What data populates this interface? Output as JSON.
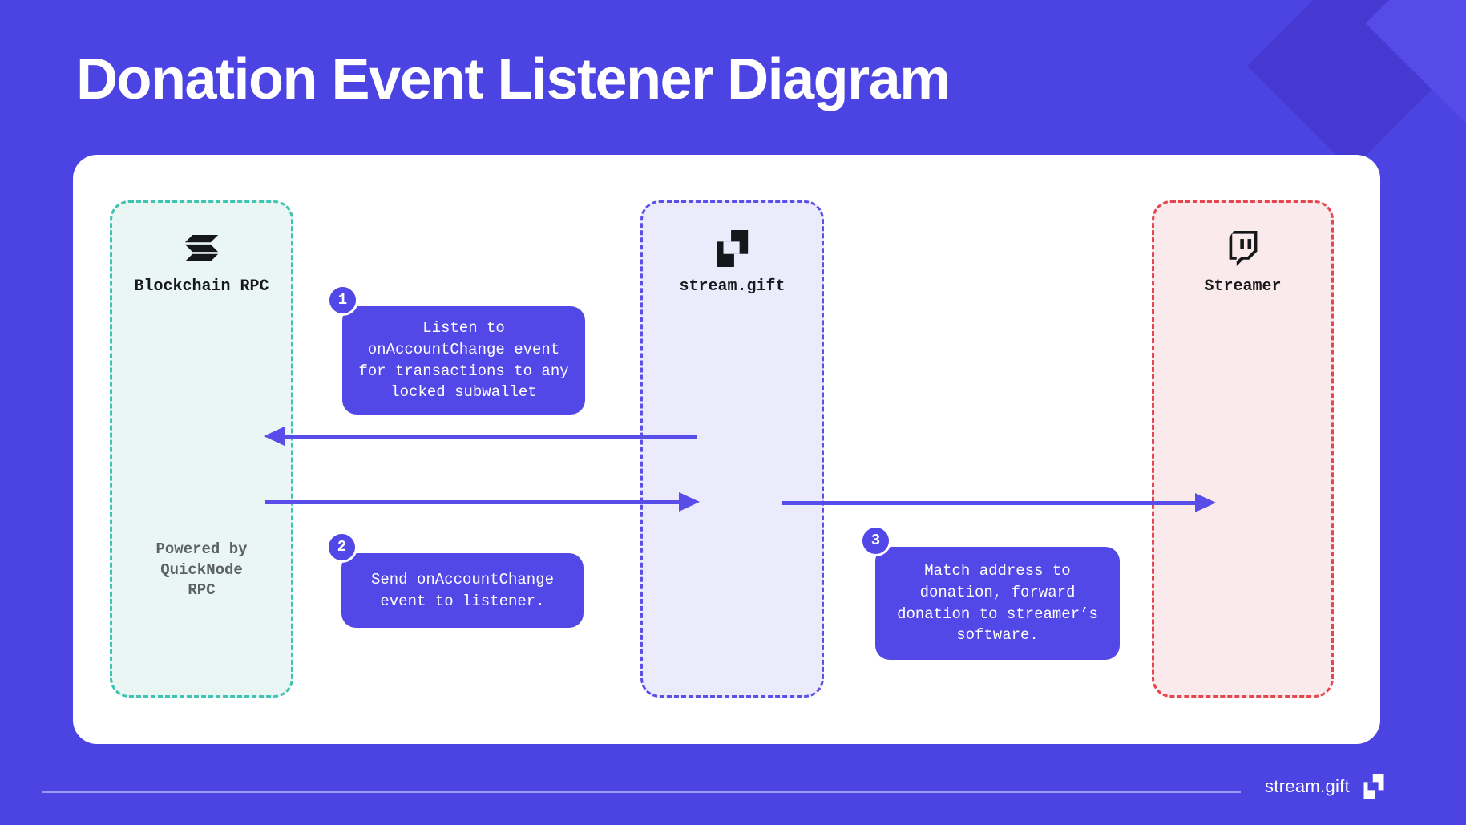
{
  "page": {
    "title": "Donation Event Listener Diagram",
    "background_color": "#4b43e2",
    "watermark_icon": "stream-gift-logo-icon",
    "watermark_color": "#4539d2",
    "watermark_notch_color": "#554be9"
  },
  "diagram": {
    "accent_color": "#5247e7",
    "arrow_color": "#584de9",
    "nodes": [
      {
        "id": "blockchain-rpc",
        "label": "Blockchain RPC",
        "icon": "solana-icon",
        "border_color": "#41c3b2",
        "fill_color": "#e9f6f4",
        "note": "Powered by QuickNode RPC"
      },
      {
        "id": "stream-gift",
        "label": "stream.gift",
        "icon": "stream-gift-logo-icon",
        "border_color": "#5a50e8",
        "fill_color": "#ecebfb"
      },
      {
        "id": "streamer",
        "label": "Streamer",
        "icon": "twitch-icon",
        "border_color": "#e4484e",
        "fill_color": "#fbeaec"
      }
    ],
    "steps": [
      {
        "number": "1",
        "text": "Listen to onAccountChange event for transactions to any locked subwallet"
      },
      {
        "number": "2",
        "text": "Send onAccountChange event to listener."
      },
      {
        "number": "3",
        "text": "Match address to donation, forward donation to streamer’s software."
      }
    ],
    "arrows": [
      {
        "from": "stream-gift",
        "to": "blockchain-rpc",
        "direction": "left"
      },
      {
        "from": "blockchain-rpc",
        "to": "stream-gift",
        "direction": "right"
      },
      {
        "from": "stream-gift",
        "to": "streamer",
        "direction": "right"
      }
    ]
  },
  "footer": {
    "brand": "stream.gift",
    "logo": "stream-gift-logo-icon"
  }
}
